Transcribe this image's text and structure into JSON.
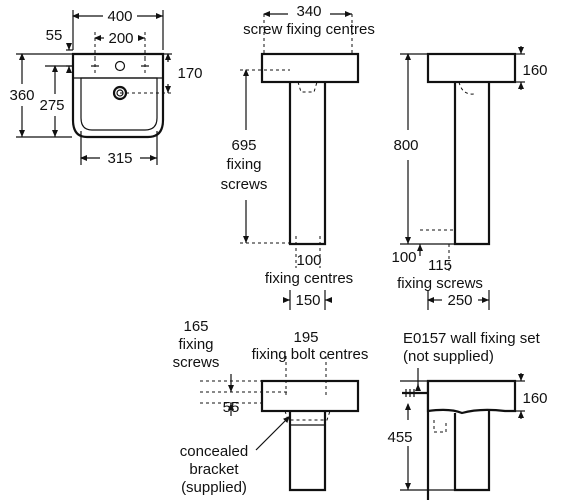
{
  "views": {
    "plan": {
      "width_400": "400",
      "spacing_200": "200",
      "offset_55": "55",
      "depth_360": "360",
      "depth_275": "275",
      "rim_170": "170",
      "bowl_315": "315"
    },
    "front_pedestal": {
      "screw_centres_value": "340",
      "screw_centres_label": "screw fixing centres",
      "fixing_height_value": "695",
      "fixing_height_label_1": "fixing",
      "fixing_height_label_2": "screws",
      "base_centres_value": "100",
      "base_centres_label": "fixing centres",
      "base_width": "150"
    },
    "side_pedestal": {
      "rim_height": "160",
      "overall_height": "800",
      "floor_offset_100": "100",
      "floor_offset_115": "115",
      "floor_screws_label": "fixing screws",
      "base_depth": "250"
    },
    "front_semi_pedestal": {
      "screw_height_value": "165",
      "screw_height_label_1": "fixing",
      "screw_height_label_2": "screws",
      "bolt_centres_value": "195",
      "bolt_centres_label": "fixing bolt centres",
      "offset_55": "55",
      "bracket_label_1": "concealed",
      "bracket_label_2": "bracket",
      "bracket_label_3": "(supplied)"
    },
    "side_semi_pedestal": {
      "wall_set_label_1": "E0157 wall fixing set",
      "wall_set_label_2": "(not supplied)",
      "rim_height": "160",
      "drop_height": "455"
    }
  }
}
